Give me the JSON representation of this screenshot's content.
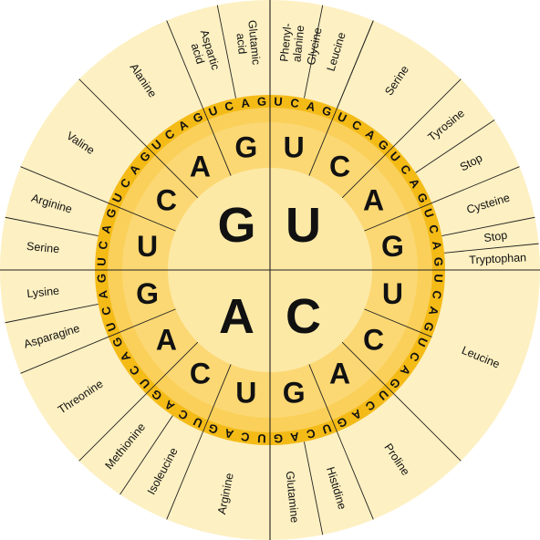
{
  "colors": {
    "center": "#fde9a6",
    "middle_ring": "#fbd873",
    "outer_base_ring": "#f4bb17",
    "outer_base_ring_inner": "#fad05a",
    "amino_acid_ring": "#fdf0c2",
    "lines": "#222222"
  },
  "first_bases": [
    "U",
    "C",
    "A",
    "G"
  ],
  "first_base_angles": [
    36,
    144,
    216,
    324
  ],
  "second_bases": [
    {
      "base": "U",
      "angle": 11
    },
    {
      "base": "C",
      "angle": 34
    },
    {
      "base": "A",
      "angle": 56
    },
    {
      "base": "G",
      "angle": 79
    },
    {
      "base": "U",
      "angle": 101
    },
    {
      "base": "C",
      "angle": 124
    },
    {
      "base": "A",
      "angle": 146
    },
    {
      "base": "G",
      "angle": 169
    },
    {
      "base": "U",
      "angle": 191
    },
    {
      "base": "C",
      "angle": 214
    },
    {
      "base": "A",
      "angle": 236
    },
    {
      "base": "G",
      "angle": 259
    },
    {
      "base": "U",
      "angle": 281
    },
    {
      "base": "C",
      "angle": 304
    },
    {
      "base": "A",
      "angle": 326
    },
    {
      "base": "G",
      "angle": 349
    }
  ],
  "third_bases": {
    "letters": [
      "U",
      "C",
      "A",
      "G"
    ],
    "groups": 16
  },
  "amino_acids": [
    {
      "label": "Phenyl-\nalanine",
      "angle": 5.6
    },
    {
      "label": "Leucine",
      "angle": 16.9
    },
    {
      "label": "Serine",
      "angle": 33.8
    },
    {
      "label": "Tyrosine",
      "angle": 50.6
    },
    {
      "label": "Stop",
      "angle": 61.9
    },
    {
      "label": "Cysteine",
      "angle": 73.1
    },
    {
      "label": "Stop",
      "angle": 81.6
    },
    {
      "label": "Tryptophan",
      "angle": 87.2
    },
    {
      "label": "Leucine",
      "angle": 112.5
    },
    {
      "label": "Proline",
      "angle": 146.2
    },
    {
      "label": "Histidine",
      "angle": 163.1
    },
    {
      "label": "Glutamine",
      "angle": 174.4
    },
    {
      "label": "Arginine",
      "angle": 191.2
    },
    {
      "label": "Isoleucine",
      "angle": 208.1
    },
    {
      "label": "Methionine",
      "angle": 219.4
    },
    {
      "label": "Threonine",
      "angle": 236.2
    },
    {
      "label": "Asparagine",
      "angle": 253.1
    },
    {
      "label": "Lysine",
      "angle": 264.4
    },
    {
      "label": "Serine",
      "angle": 275.6
    },
    {
      "label": "Arginine",
      "angle": 286.9
    },
    {
      "label": "Valine",
      "angle": 303.8
    },
    {
      "label": "Alanine",
      "angle": 326.2
    },
    {
      "label": "Aspartic\nacid",
      "angle": 343.1
    },
    {
      "label": "Glutamic\nacid",
      "angle": 354.4
    },
    {
      "label": "Glycine",
      "angle": 11.25
    }
  ],
  "amino_acid_boundaries": [
    0,
    11.25,
    22.5,
    45,
    56.25,
    67.5,
    78.75,
    84.4,
    90,
    135,
    157.5,
    168.75,
    180,
    202.5,
    213.75,
    225,
    247.5,
    258.75,
    270,
    281.25,
    292.5,
    315,
    337.5,
    348.75,
    22.5
  ]
}
